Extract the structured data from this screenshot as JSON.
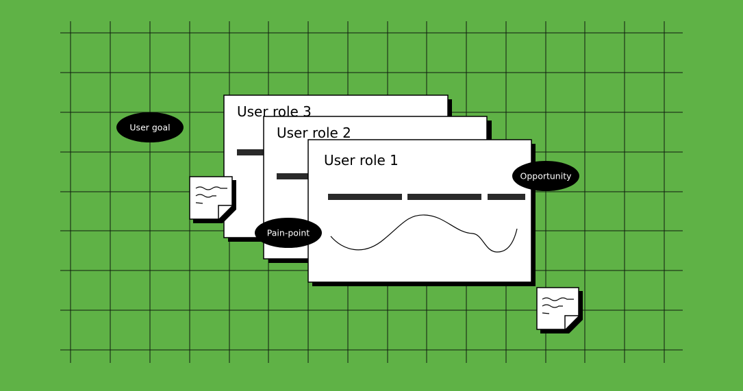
{
  "colors": {
    "background": "#5fb246",
    "grid": "#0f1a0f",
    "card": "#ffffff",
    "ink": "#000000",
    "bar": "#2a2a2a"
  },
  "cards": [
    {
      "title": "User role 3"
    },
    {
      "title": "User role 2"
    },
    {
      "title": "User role 1"
    }
  ],
  "pills": {
    "user_goal": "User goal",
    "pain_point": "Pain-point",
    "opportunity": "Opportunity"
  },
  "icons": [
    "sticky-note-icon",
    "sticky-note-icon"
  ]
}
